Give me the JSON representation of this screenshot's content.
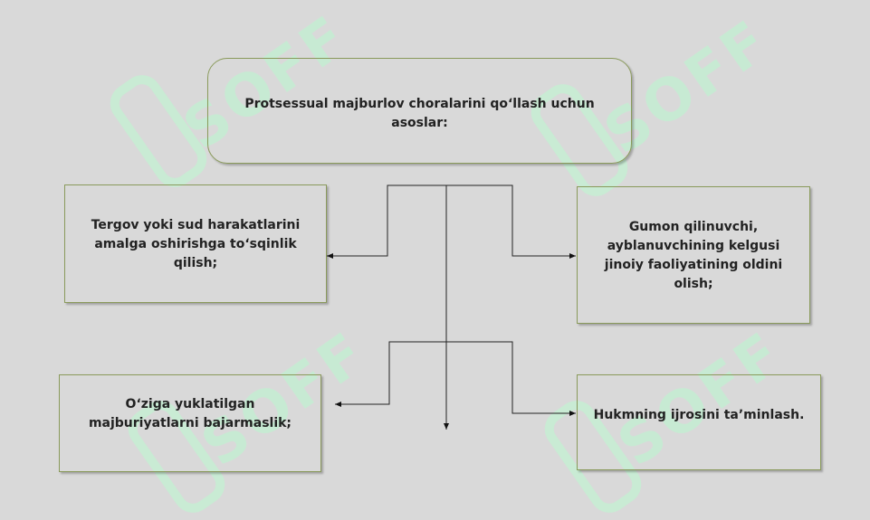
{
  "diagram": {
    "root": {
      "text": "Protsessual majburlov choralarini qoʻllash uchun asoslar:"
    },
    "children": [
      {
        "text": "Tergov yoki sud harakatlarini amalga oshirishga toʻsqinlik qilish;"
      },
      {
        "text": "Gumon qilinuvchi, ayblanuvchining kelgusi jinoiy faoliyatining oldini olish;"
      },
      {
        "text": "Oʻziga yuklatilgan majburiyatlarni bajarmaslik;"
      },
      {
        "text": "Hukmning ijrosini taʼminlash."
      }
    ]
  },
  "watermark": {
    "text": "SOFF"
  }
}
